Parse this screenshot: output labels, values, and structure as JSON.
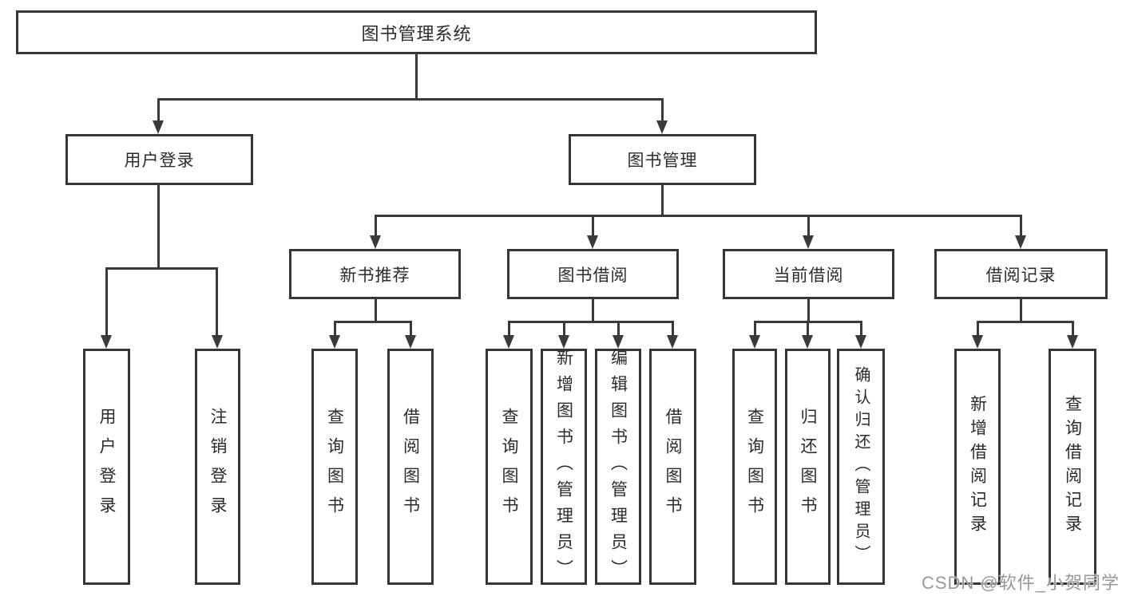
{
  "nodes": {
    "root": "图书管理系统",
    "level2": [
      "用户登录",
      "图书管理"
    ],
    "level3": [
      "新书推荐",
      "图书借阅",
      "当前借阅",
      "借阅记录"
    ],
    "leaves_user_login": [
      "用户登录",
      "注销登录"
    ],
    "leaves_new_book": [
      "查询图书",
      "借阅图书"
    ],
    "leaves_book_borrow": [
      "查询图书",
      "新增图书（管理员）",
      "编辑图书（管理员）",
      "借阅图书"
    ],
    "leaves_current_borrow": [
      "查询图书",
      "归还图书",
      "确认归还（管理员）"
    ],
    "leaves_borrow_record": [
      "新增借阅记录",
      "查询借阅记录"
    ]
  },
  "watermark": "CSDN @软件_小贺同学",
  "colors": {
    "line": "#3a3a3a",
    "text": "#2b2b2b",
    "background": "#ffffff",
    "watermark": "#8f8f8f"
  }
}
